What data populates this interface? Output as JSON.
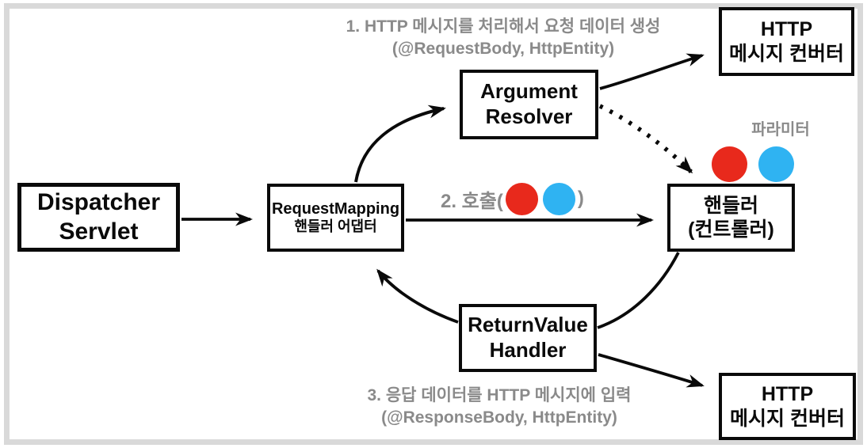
{
  "diagram": {
    "title_context": "Spring MVC request handling flow",
    "boxes": {
      "dispatcher_servlet": {
        "line1": "Dispatcher",
        "line2": "Servlet"
      },
      "request_mapping_adapter": {
        "line1": "RequestMapping",
        "line2": "핸들러 어댑터"
      },
      "argument_resolver": {
        "line1": "Argument",
        "line2": "Resolver"
      },
      "http_converter_top": {
        "line1": "HTTP",
        "line2": "메시지 컨버터"
      },
      "handler_controller": {
        "line1": "핸들러",
        "line2": "(컨트롤러)"
      },
      "return_value_handler": {
        "line1": "ReturnValue",
        "line2": "Handler"
      },
      "http_converter_bottom": {
        "line1": "HTTP",
        "line2": "메시지 컨버터"
      }
    },
    "annotations": {
      "step1_line1": "1. HTTP 메시지를 처리해서 요청 데이터 생성",
      "step1_line2": "(@RequestBody, HttpEntity)",
      "step2_prefix": "2. 호출(",
      "step2_suffix": ")",
      "parameter_label": "파라미터",
      "step3_line1": "3. 응답 데이터를 HTTP 메시지에 입력",
      "step3_line2": "(@ResponseBody, HttpEntity)"
    },
    "colors": {
      "parameter_dot_red": "#e8291c",
      "parameter_dot_blue": "#2fb3f2",
      "annotation_gray": "#8a8a8a",
      "box_border_black": "#0a0a0a",
      "frame_gray": "#d9d9d9"
    }
  }
}
